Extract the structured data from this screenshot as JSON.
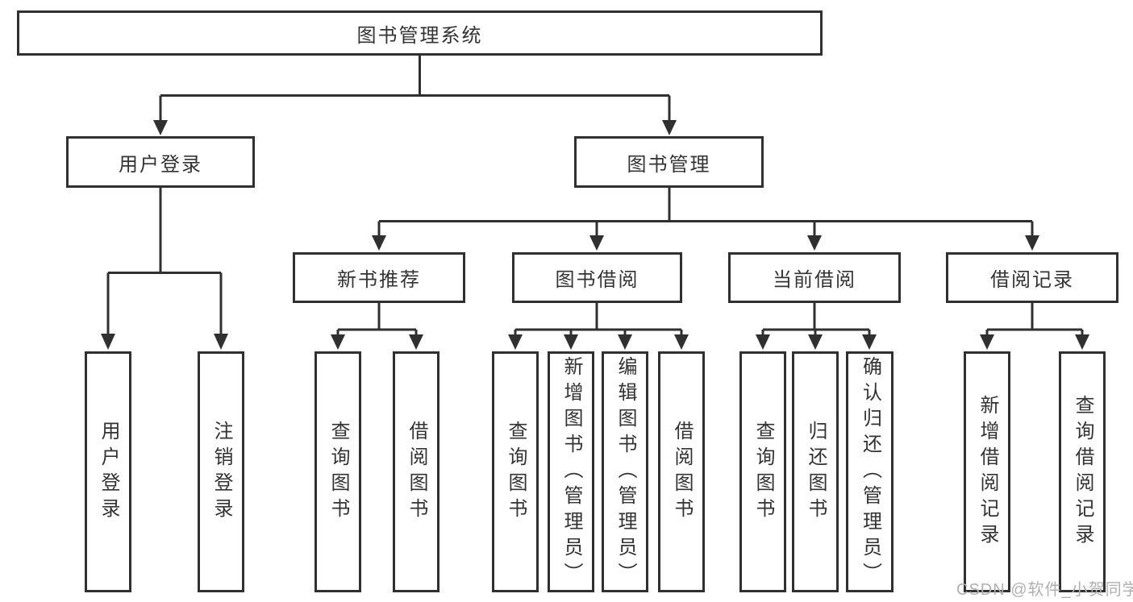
{
  "diagram": {
    "tree": {
      "label": "图书管理系统",
      "children": [
        {
          "label": "用户登录",
          "children": [
            {
              "label": "用户登录"
            },
            {
              "label": "注销登录"
            }
          ]
        },
        {
          "label": "图书管理",
          "children": [
            {
              "label": "新书推荐",
              "children": [
                {
                  "label": "查询图书"
                },
                {
                  "label": "借阅图书"
                }
              ]
            },
            {
              "label": "图书借阅",
              "children": [
                {
                  "label": "查询图书"
                },
                {
                  "label": "新增图书（管理员）"
                },
                {
                  "label": "编辑图书（管理员）"
                },
                {
                  "label": "借阅图书"
                }
              ]
            },
            {
              "label": "当前借阅",
              "children": [
                {
                  "label": "查询图书"
                },
                {
                  "label": "归还图书"
                },
                {
                  "label": "确认归还（管理员）"
                }
              ]
            },
            {
              "label": "借阅记录",
              "children": [
                {
                  "label": "新增借阅记录"
                },
                {
                  "label": "查询借阅记录"
                }
              ]
            }
          ]
        }
      ]
    }
  },
  "watermark": {
    "text": "CSDN @软件_小贺同学"
  },
  "colors": {
    "line": "#303030",
    "text": "#333333",
    "watermark_text": "#b0b0b0",
    "background": "#ffffff"
  }
}
